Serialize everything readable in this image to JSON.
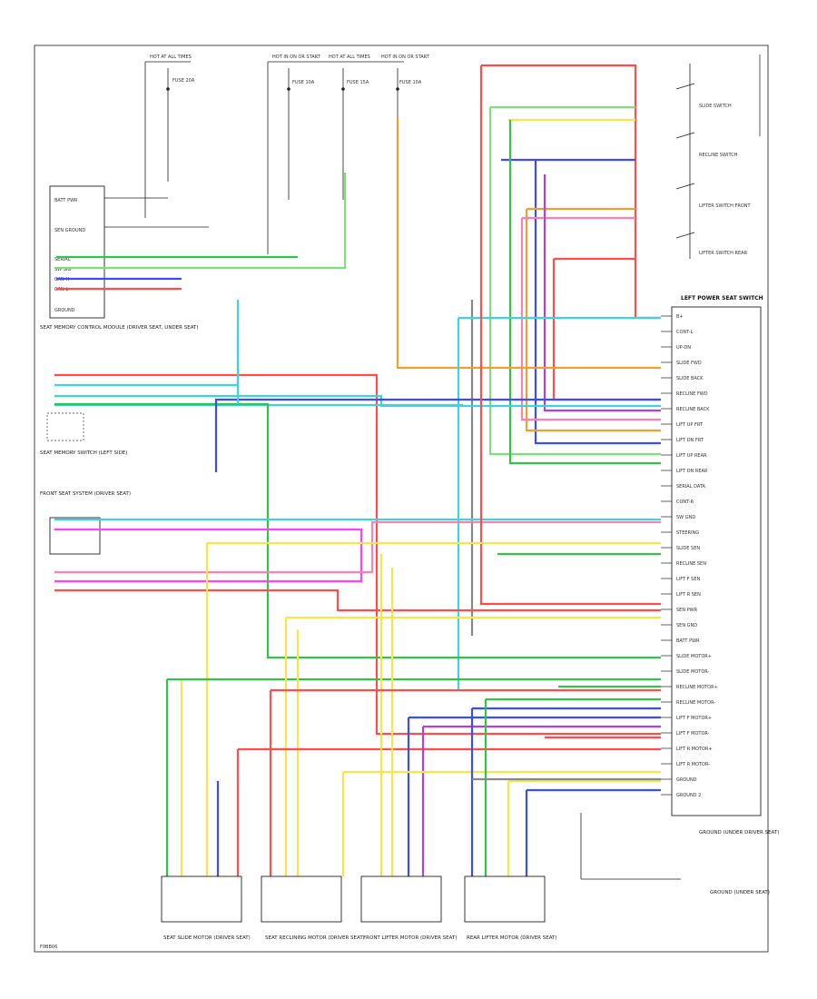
{
  "frame": {
    "corner_code": "F0BB06",
    "border_color": "#333333"
  },
  "colors": {
    "red": "#ff4d4d",
    "pink": "#ff7fb0",
    "cyan": "#3fd3e0",
    "green": "#34c24a",
    "light_green": "#7de07a",
    "blue": "#3b4bff",
    "yellow": "#f5e64b",
    "orange": "#f0a030",
    "purple": "#b040e0",
    "magenta": "#ff40ff",
    "dark_green": "#1e8a2e",
    "gray": "#888888",
    "black": "#222222"
  },
  "top_labels": {
    "hot_always_left": "HOT AT ALL TIMES",
    "hot_in_on_mid": "HOT IN ON OR START",
    "hot_always_mid": "HOT AT ALL TIMES",
    "hot_in_right": "HOT IN ON OR START",
    "fuse_left": "FUSE 20A",
    "fuse_mid1": "FUSE 10A",
    "fuse_mid2": "FUSE 15A",
    "fuse_right": "FUSE 10A"
  },
  "left_module": {
    "title": "SEAT MEMORY CONTROL MODULE (DRIVER SEAT, UNDER SEAT)",
    "pins": [
      "BATT PWR",
      "SEN GROUND",
      "SERIAL",
      "SW SIG",
      "CAN-H",
      "CAN-L",
      "GROUND"
    ]
  },
  "left_switch": {
    "title": "SEAT MEMORY SWITCH (LEFT SIDE)"
  },
  "mid_block": {
    "title": "FRONT SEAT SYSTEM (DRIVER SEAT)"
  },
  "right_module": {
    "title": "LEFT POWER SEAT SWITCH",
    "pins": [
      "B+",
      "CONT-L",
      "UP-DN",
      "SLIDE FWD",
      "SLIDE BACK",
      "RECLINE FWD",
      "RECLINE BACK",
      "LIFT UP FRT",
      "LIFT DN FRT",
      "LIFT UP REAR",
      "LIFT DN REAR",
      "SERIAL DATA",
      "CONT-R",
      "SW GND",
      "STEERING",
      "SLIDE SEN",
      "RECLINE SEN",
      "LIFT F SEN",
      "LIFT R SEN",
      "SEN PWR",
      "SEN GND",
      "BATT PWR",
      "SLIDE MOTOR+",
      "SLIDE MOTOR-",
      "RECLINE MOTOR+",
      "RECLINE MOTOR-",
      "LIFT F MOTOR+",
      "LIFT F MOTOR-",
      "LIFT R MOTOR+",
      "LIFT R MOTOR-",
      "GROUND",
      "GROUND 2"
    ]
  },
  "top_right_switches": [
    "SLIDE SWITCH",
    "RECLINE SWITCH",
    "LIFTER SWITCH FRONT",
    "LIFTER SWITCH REAR"
  ],
  "bottom_right": {
    "title": "GROUND (UNDER DRIVER SEAT)",
    "sub": "GROUND (UNDER SEAT)"
  },
  "bottom_motors": [
    "SEAT SLIDE MOTOR (DRIVER SEAT)",
    "SEAT RECLINING MOTOR (DRIVER SEAT)",
    "FRONT LIFTER MOTOR (DRIVER SEAT)",
    "REAR LIFTER MOTOR (DRIVER SEAT)"
  ]
}
